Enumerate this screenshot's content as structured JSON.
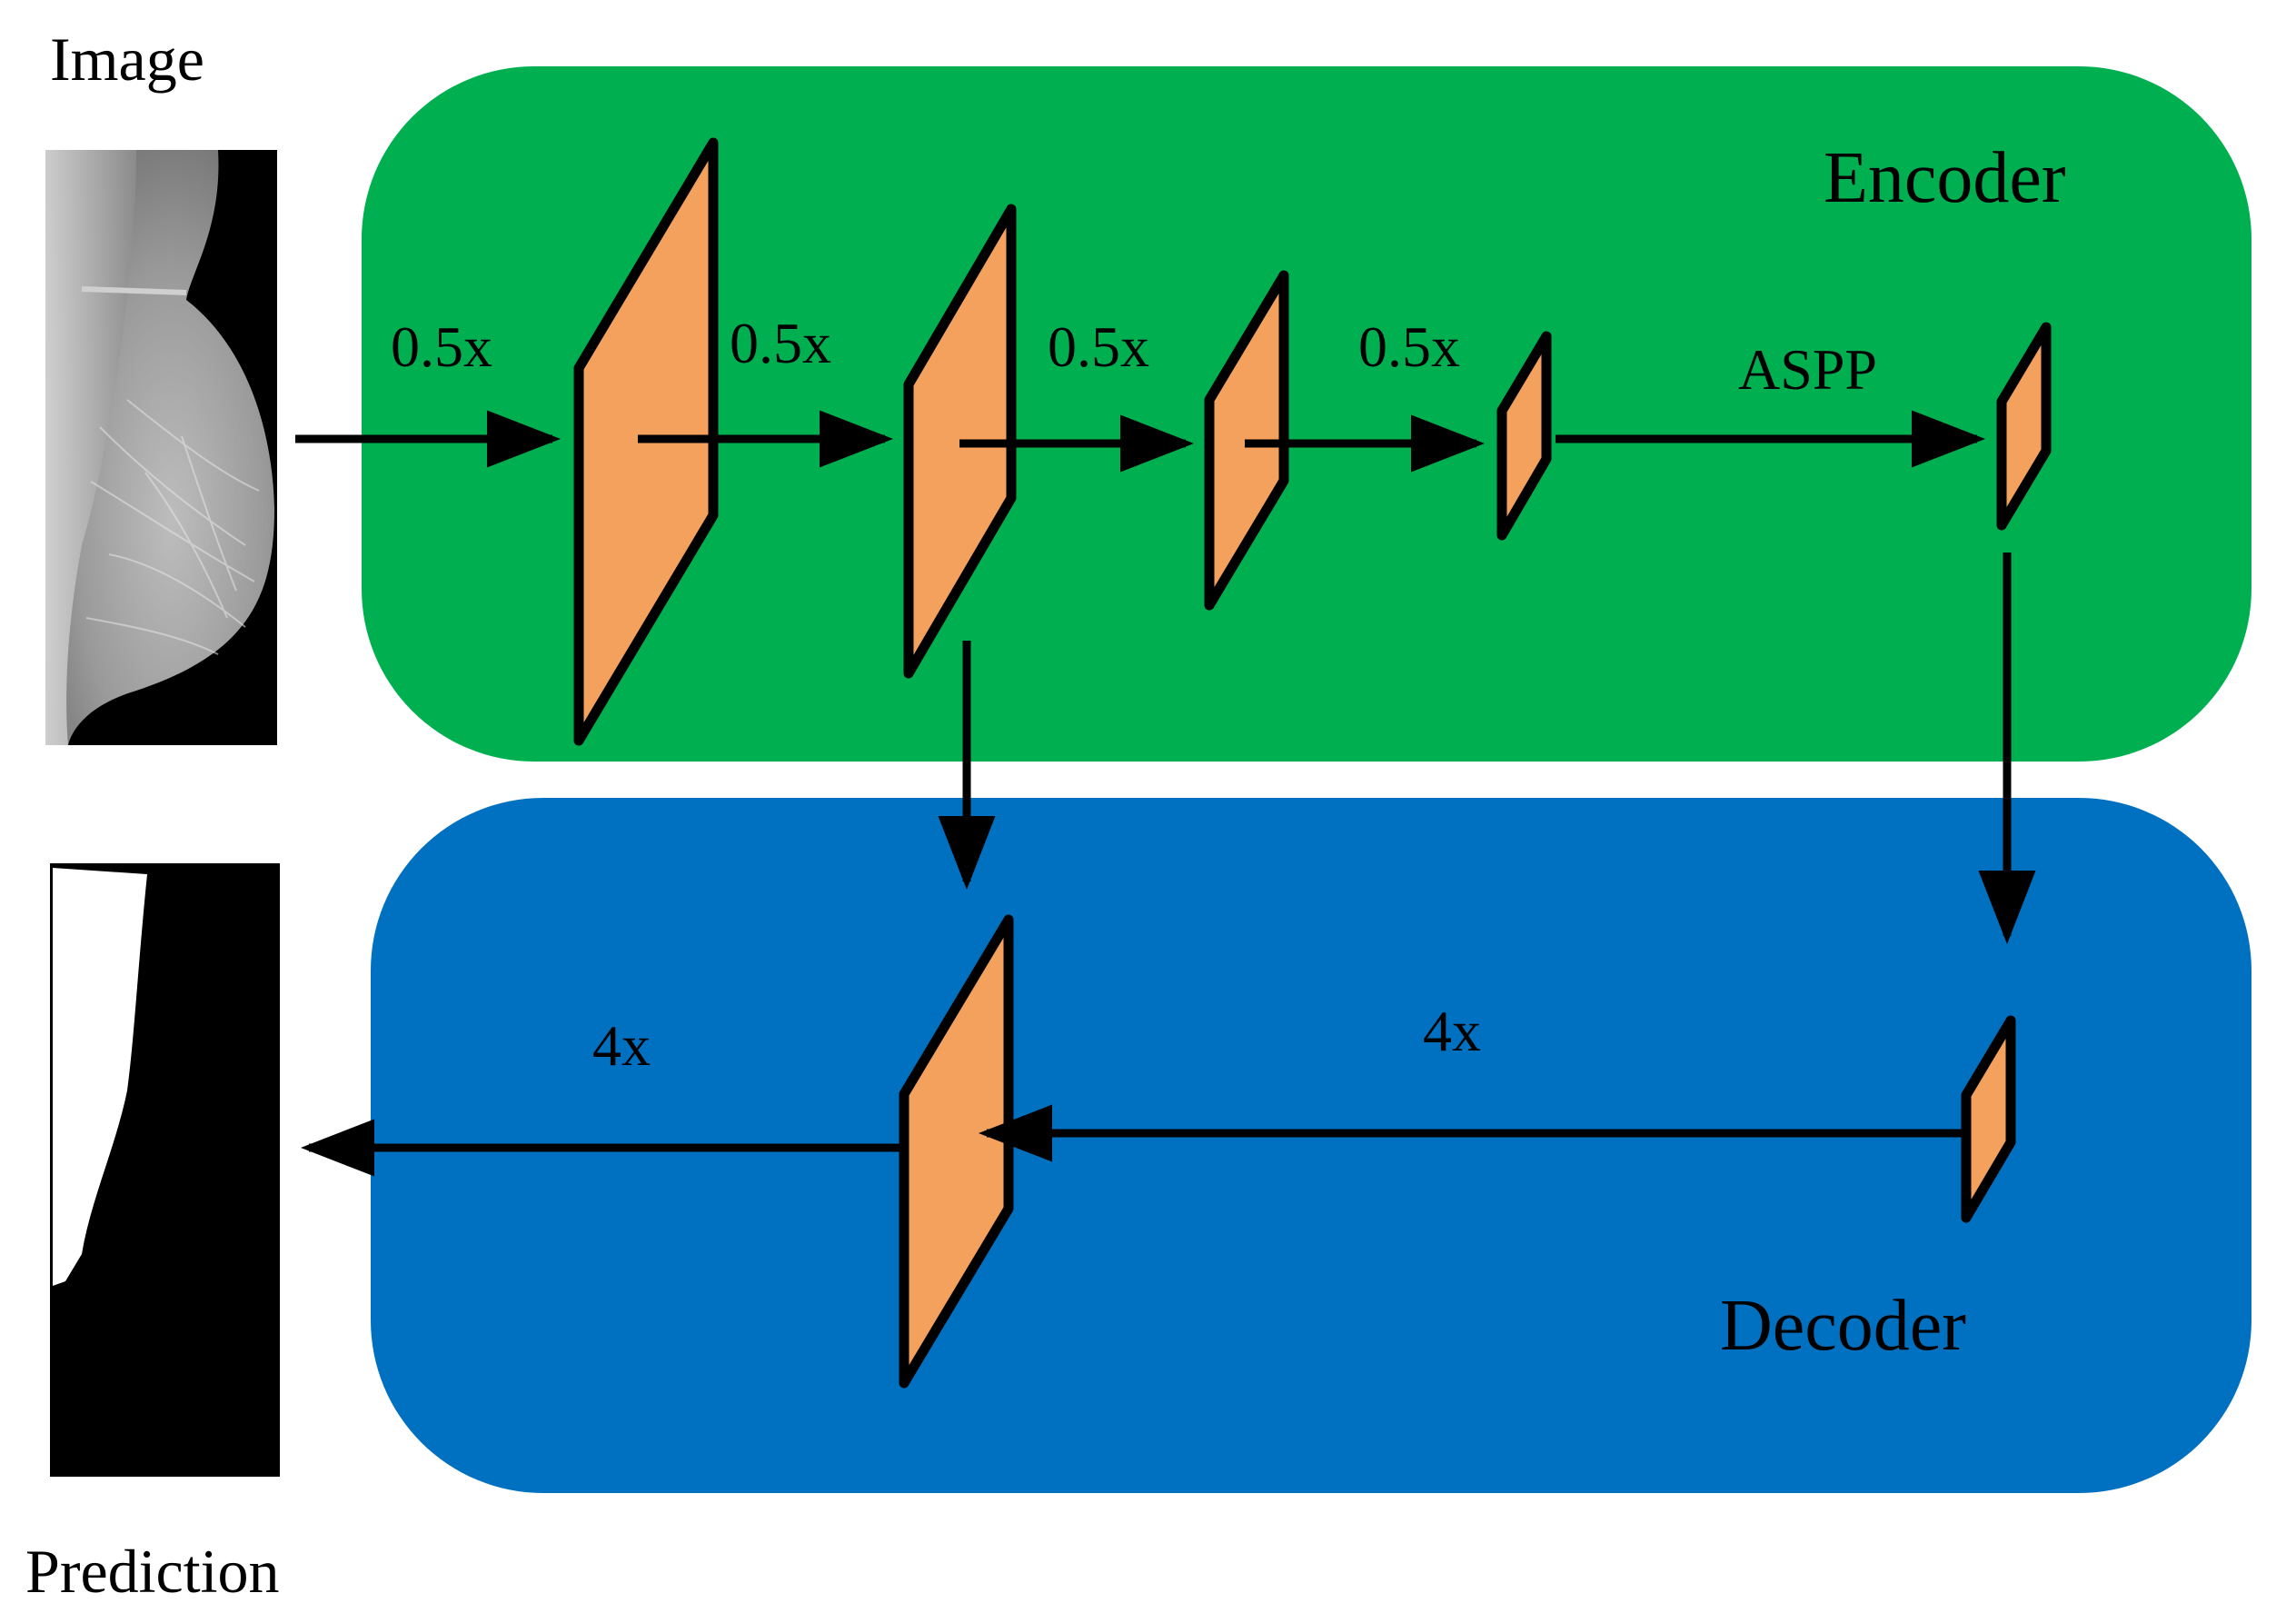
{
  "labels": {
    "image": "Image",
    "prediction": "Prediction",
    "encoder": "Encoder",
    "decoder": "Decoder",
    "aspp": "ASPP",
    "downsample_1": "0.5x",
    "downsample_2": "0.5x",
    "downsample_3": "0.5x",
    "downsample_4": "0.5x",
    "upsample_1": "4x",
    "upsample_2": "4x"
  },
  "colors": {
    "encoder_panel": "#00b050",
    "decoder_panel": "#0070c0",
    "feature_map": "#f4a15d",
    "outline": "#000000",
    "mask_foreground": "#ffffff",
    "mask_background": "#000000"
  }
}
